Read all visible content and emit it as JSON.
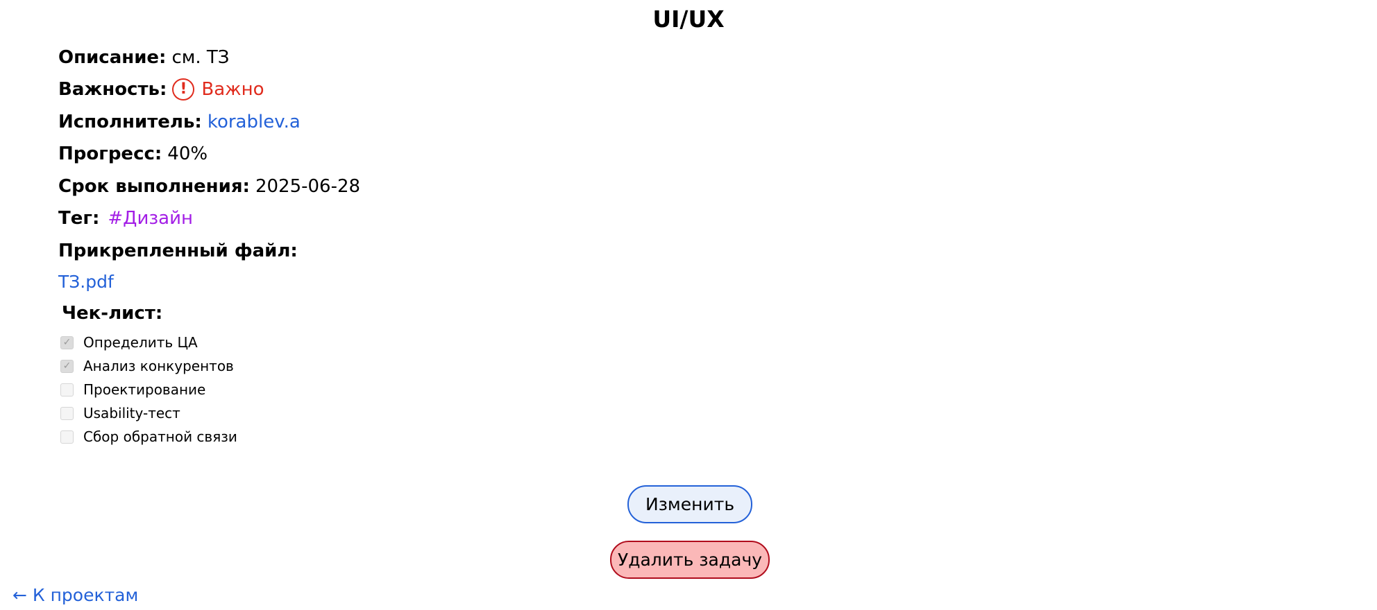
{
  "task": {
    "title": "UI/UX",
    "description": {
      "label": "Описание:",
      "value": "см. ТЗ"
    },
    "importance": {
      "label": "Важность:",
      "icon": "exclamation-circle-icon",
      "value": "Важно",
      "color": "#e02b1d"
    },
    "executor": {
      "label": "Исполнитель:",
      "value": "korablev.a"
    },
    "progress": {
      "label": "Прогресс:",
      "value": "40%"
    },
    "due": {
      "label": "Срок выполнения:",
      "value": "2025-06-28"
    },
    "tag": {
      "label": "Тег:",
      "value": "#Дизайн",
      "color": "#a31ee6"
    },
    "attachment": {
      "label": "Прикрепленный файл:",
      "file": "ТЗ.pdf"
    }
  },
  "checklist": {
    "title": "Чек-лист:",
    "items": [
      {
        "label": "Определить ЦА",
        "checked": true
      },
      {
        "label": "Анализ конкурентов",
        "checked": true
      },
      {
        "label": "Проектирование",
        "checked": false
      },
      {
        "label": "Usability-тест",
        "checked": false
      },
      {
        "label": "Сбор обратной связи",
        "checked": false
      }
    ]
  },
  "actions": {
    "edit_label": "Изменить",
    "delete_label": "Удалить задачу",
    "back_label": "← К проектам"
  },
  "colors": {
    "link": "#2361d8",
    "edit_border": "#2361d8",
    "delete_border": "#b00c1c",
    "delete_bg": "#fbb8b8"
  }
}
